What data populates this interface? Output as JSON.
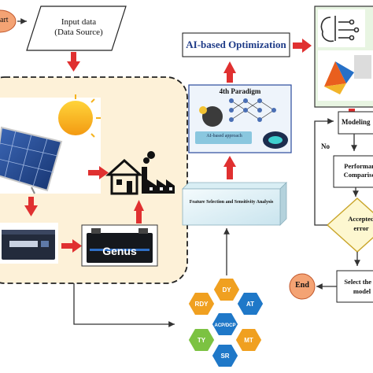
{
  "flow": {
    "start_label": "art",
    "input_line1": "Input data",
    "input_line2": "(Data Source)",
    "ai_optimization": "AI-based Optimization",
    "paradigm_title": "4th Paradigm",
    "paradigm_sub": "AI-based approach",
    "feature_selection": "Feature Selection and Sensitivity Analysis",
    "modeling": "Modeling",
    "no_label": "No",
    "performance_line1": "Performanc",
    "performance_line2": "Comparison",
    "accepted_line1": "Accepted",
    "accepted_line2": "error",
    "end_label": "End",
    "select_line1": "Select the be",
    "select_line2": "model"
  },
  "hardware": {
    "battery_brand": "Genus"
  },
  "hexagons": [
    {
      "label": "DY",
      "color": "#f0a020"
    },
    {
      "label": "RDY",
      "color": "#f0a020"
    },
    {
      "label": "AT",
      "color": "#1f78c8"
    },
    {
      "label": "ACP/DCP",
      "color": "#1f78c8"
    },
    {
      "label": "TY",
      "color": "#7cc242"
    },
    {
      "label": "MT",
      "color": "#f0a020"
    },
    {
      "label": "SR",
      "color": "#1f78c8"
    }
  ],
  "colors": {
    "arrow": "#e03030",
    "panel_bg": "#fdf1d8",
    "panel_border": "#222222",
    "ai_text": "#1f3c88",
    "flow_line": "#333333"
  }
}
